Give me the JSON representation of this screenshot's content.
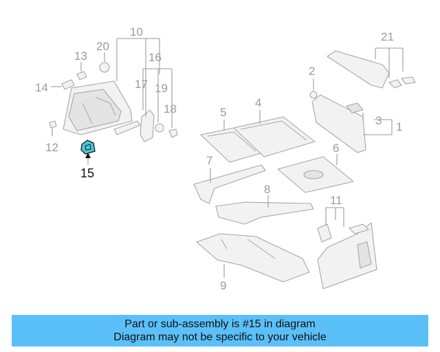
{
  "callouts": {
    "c1": "1",
    "c2": "2",
    "c3": "3",
    "c4": "4",
    "c5": "5",
    "c6": "6",
    "c7": "7",
    "c8": "8",
    "c9": "9",
    "c10": "10",
    "c11": "11",
    "c12": "12",
    "c13": "13",
    "c14": "14",
    "c15": "15",
    "c16": "16",
    "c17": "17",
    "c18": "18",
    "c19": "19",
    "c20": "20",
    "c21": "21"
  },
  "highlight": {
    "part": "15",
    "color": "#49c8d6"
  },
  "banner": {
    "line1": "Part or sub-assembly is #15 in diagram",
    "line2": "Diagram may not be specific to your vehicle",
    "color": "#5bc0f8"
  }
}
